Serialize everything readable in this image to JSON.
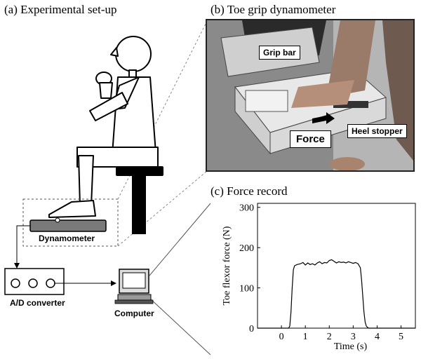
{
  "panels": {
    "a_title": "(a) Experimental set-up",
    "b_title": "(b) Toe grip dynamometer",
    "c_title": "(c) Force record"
  },
  "setup_labels": {
    "dynamometer": "Dynamometer",
    "ad_converter": "A/D converter",
    "computer": "Computer"
  },
  "photo_labels": {
    "grip_bar": "Grip bar",
    "heel_stopper": "Heel stopper",
    "force": "Force"
  },
  "chart_data": {
    "type": "line",
    "xlabel": "Time (s)",
    "ylabel": "Toe flexor force  (N)",
    "xlim": [
      -1.0,
      5.6
    ],
    "ylim": [
      0,
      310
    ],
    "xticks": [
      0,
      1,
      2,
      3,
      4,
      5
    ],
    "yticks": [
      0,
      100,
      200,
      300
    ],
    "grid": false,
    "series": [
      {
        "x": [
          -1.0,
          0.3,
          0.35,
          0.4,
          0.45,
          0.5,
          0.55,
          0.65,
          0.8,
          0.9,
          1.0,
          1.1,
          1.2,
          1.3,
          1.4,
          1.5,
          1.6,
          1.7,
          1.8,
          1.9,
          2.0,
          2.1,
          2.2,
          2.3,
          2.4,
          2.5,
          2.6,
          2.7,
          2.8,
          2.9,
          3.0,
          3.1,
          3.2,
          3.3,
          3.35,
          3.4,
          3.45,
          3.5,
          3.55,
          3.6,
          3.65,
          3.7,
          5.6
        ],
        "y": [
          0,
          0,
          5,
          40,
          100,
          145,
          155,
          158,
          160,
          163,
          157,
          162,
          158,
          160,
          157,
          162,
          165,
          160,
          163,
          162,
          168,
          170,
          166,
          162,
          165,
          163,
          164,
          162,
          165,
          163,
          161,
          163,
          160,
          150,
          120,
          80,
          40,
          15,
          5,
          2,
          0,
          0,
          0
        ]
      }
    ]
  }
}
